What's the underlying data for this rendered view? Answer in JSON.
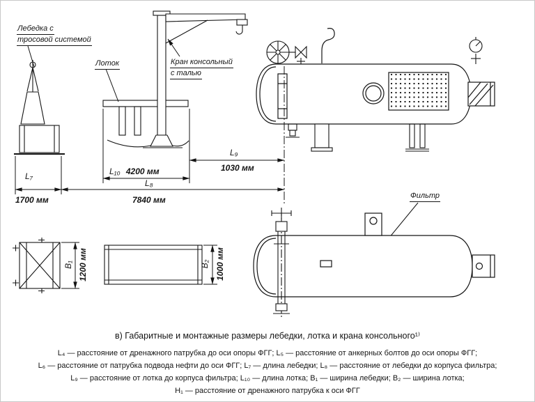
{
  "colors": {
    "ink": "#141414",
    "background": "#ffffff"
  },
  "drawing": {
    "callouts": {
      "winch_line1": "Лебедка с",
      "winch_line2": "тросовой системой",
      "tray": "Лоток",
      "crane_line1": "Кран консольный",
      "crane_line2": "с талью",
      "filter": "Фильтр"
    },
    "dimensions": {
      "L7": {
        "label": "L₇",
        "value": "1700 мм"
      },
      "L8": {
        "label": "L₈",
        "value": "7840 мм"
      },
      "L9": {
        "label": "L₉",
        "value": "1030 мм"
      },
      "L10": {
        "label": "L₁₀",
        "value": "4200 мм"
      },
      "B1": {
        "label": "B₁",
        "value": "1200 мм"
      },
      "B2": {
        "label": "B₂",
        "value": "1000 мм"
      }
    }
  },
  "caption": "в) Габаритные и монтажные размеры лебедки, лотка и крана консольного¹⁾",
  "legend": {
    "line1": "L₄ — расстояние от дренажного патрубка до оси опоры ФГГ; L₅ — расстояние от анкерных болтов до оси опоры ФГГ;",
    "line2": "L₆ — расстояние от патрубка подвода нефти до оси ФГГ; L₇ — длина лебедки; L₈ — расстояние от лебедки до корпуса фильтра;",
    "line3": "L₉ — расстояние от лотка до корпуса фильтра; L₁₀ — длина лотка; B₁ — ширина лебедки; B₂ — ширина лотка;",
    "line4": "H₁ — расстояние от дренажного патрубка к оси ФГГ"
  }
}
